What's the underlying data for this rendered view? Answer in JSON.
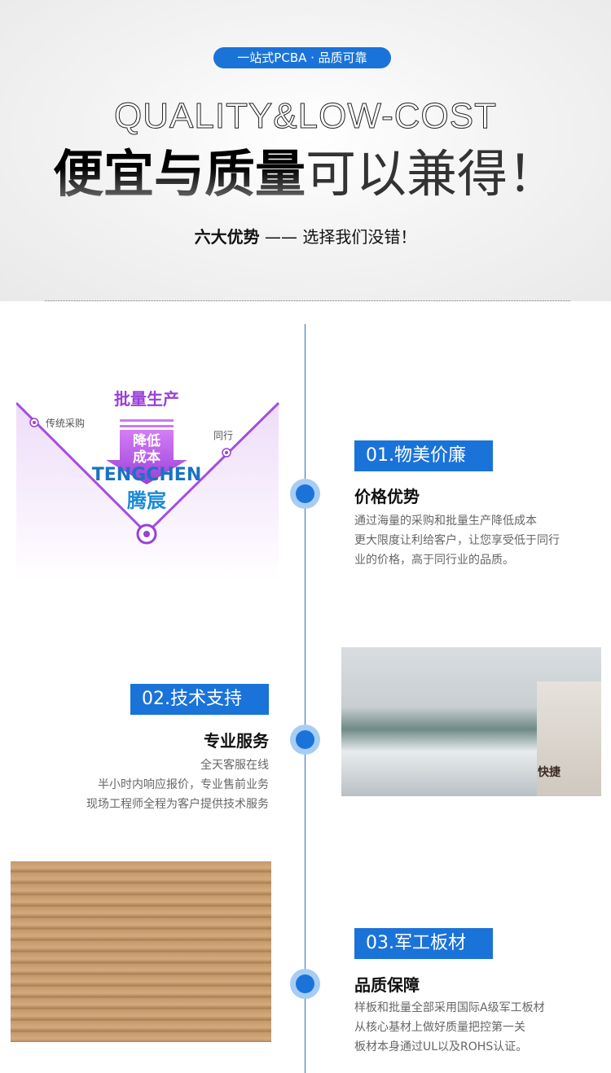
{
  "hero": {
    "pill": "一站式PCBA · 品质可靠",
    "english_title": "QUALITY&LOW-COST",
    "title_bold": "便宜与质量",
    "title_light": "可以兼得！",
    "subtitle_bold": "六大优势",
    "subtitle_rest": " —— 选择我们没错！"
  },
  "diagram": {
    "top": "批量生产",
    "left": "传统采购",
    "right": "同行",
    "arrow": "降低成本",
    "arrow_line1": "降低",
    "arrow_line2": "成本",
    "brand_en": "TENGCHEN",
    "brand_cn": "腾宸"
  },
  "sections": [
    {
      "tag": "01.物美价廉",
      "title": "价格优势",
      "lines": [
        "通过海量的采购和批量生产降低成本",
        "更大限度让利给客户，让您享受低于同行",
        "业的价格，高于同行业的品质。"
      ]
    },
    {
      "tag": "02.技术支持",
      "title": "专业服务",
      "lines": [
        "全天客服在线",
        "半小时内响应报价，专业售前业务",
        "现场工程师全程为客户提供技术服务"
      ],
      "photo_label": "快捷"
    },
    {
      "tag": "03.军工板材",
      "title": "品质保障",
      "lines": [
        "样板和批量全部采用国际A级军工板材",
        "从核心基材上做好质量把控第一关",
        "板材本身通过UL以及ROHS认证。"
      ]
    }
  ],
  "colors": {
    "accent": "#1a73d9",
    "node_ring": "#a7cdf5",
    "diagram_purple": "#a24fe0"
  }
}
